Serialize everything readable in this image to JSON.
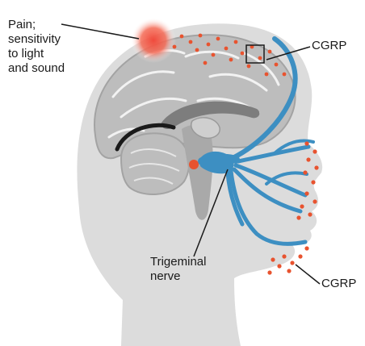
{
  "labels": {
    "pain": "Pain;\nsensitivity\nto light\nand sound",
    "cgrp_top": "CGRP",
    "trigeminal": "Trigeminal\nnerve",
    "cgrp_bottom": "CGRP"
  },
  "colors": {
    "head": "#dcdcdc",
    "brain_outer": "#bdbdbd",
    "brain_fold": "#8e8e8e",
    "brainstem": "#a9a9a9",
    "nerve": "#3d8fc2",
    "cgrp_dot": "#e8532f",
    "pain_glow": "#f04a3c",
    "line": "#1a1a1a"
  },
  "icons": [
    "pain-glow-icon",
    "cgrp-dots-icon",
    "zoom-box-icon"
  ]
}
